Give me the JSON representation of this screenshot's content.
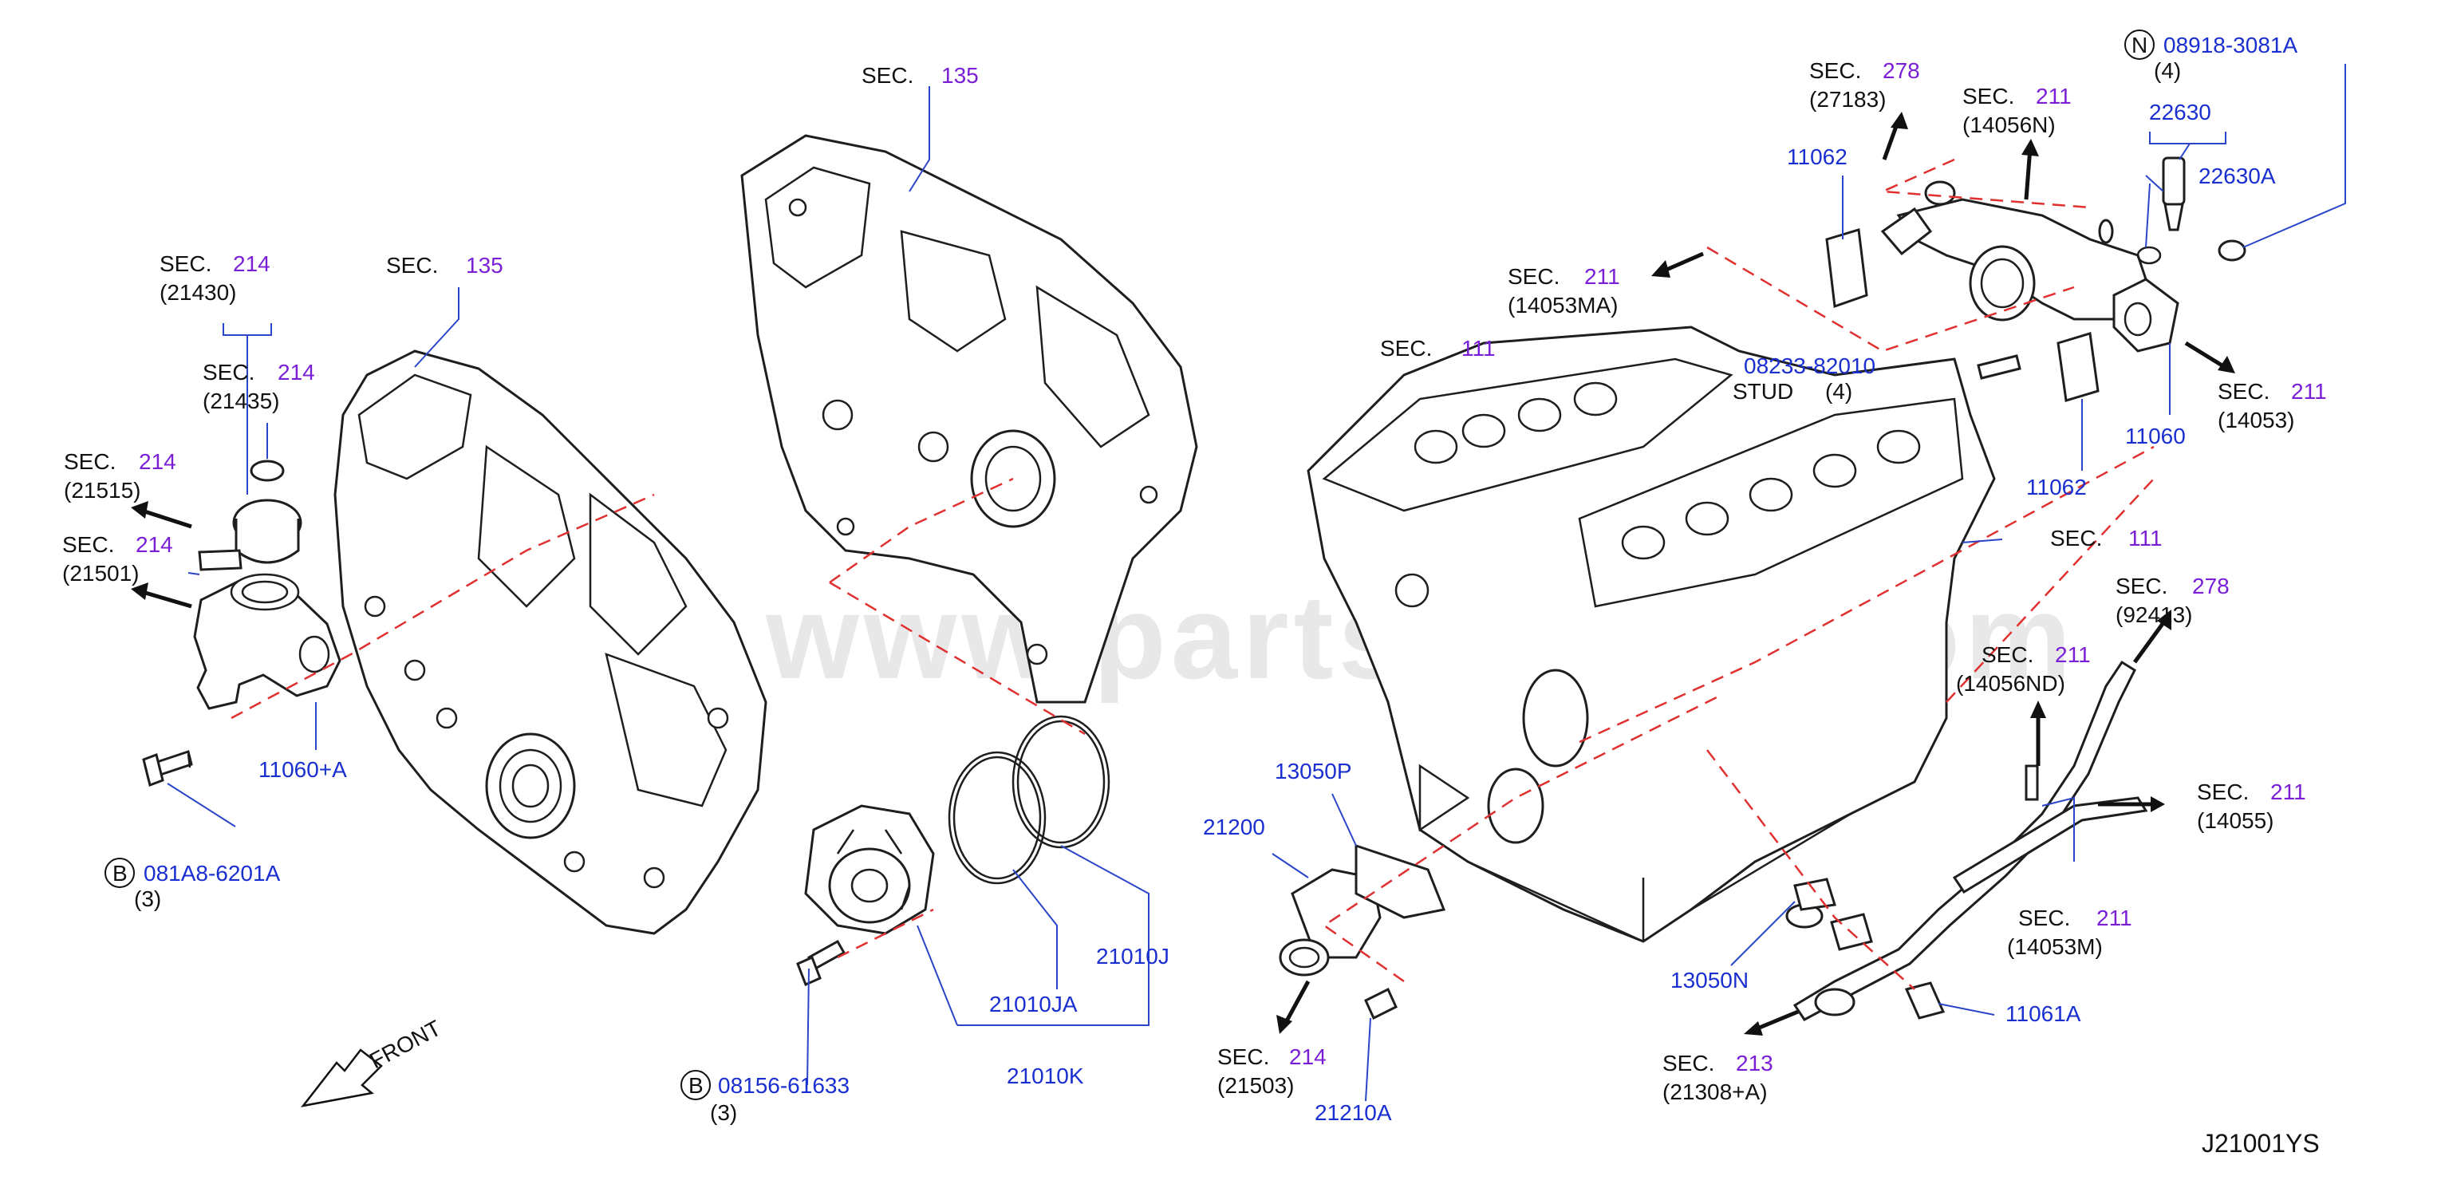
{
  "diagram_code": "J21001YS",
  "watermark": "www.partsassist.com",
  "front_label": "FRONT",
  "colors": {
    "part_number": "#1a2fd0",
    "section_ref": "#7a1fd6",
    "leader": "#2a45c8",
    "assembly_line": "#e03030",
    "drawing": "#1e1e1e"
  },
  "section_refs": [
    {
      "sec": "SEC.",
      "num": "135",
      "part": ""
    },
    {
      "sec": "SEC.",
      "num": "135",
      "part": ""
    },
    {
      "sec": "SEC.",
      "num": "214",
      "part": "(21430)"
    },
    {
      "sec": "SEC.",
      "num": "214",
      "part": "(21435)"
    },
    {
      "sec": "SEC.",
      "num": "214",
      "part": "(21515)"
    },
    {
      "sec": "SEC.",
      "num": "214",
      "part": "(21501)"
    },
    {
      "sec": "SEC.",
      "num": "111",
      "part": ""
    },
    {
      "sec": "SEC.",
      "num": "111",
      "part": ""
    },
    {
      "sec": "SEC.",
      "num": "211",
      "part": "(14053MA)"
    },
    {
      "sec": "SEC.",
      "num": "278",
      "part": "(27183)"
    },
    {
      "sec": "SEC.",
      "num": "211",
      "part": "(14056N)"
    },
    {
      "sec": "SEC.",
      "num": "211",
      "part": "(14053)"
    },
    {
      "sec": "SEC.",
      "num": "278",
      "part": "(92413)"
    },
    {
      "sec": "SEC.",
      "num": "211",
      "part": "(14056ND)"
    },
    {
      "sec": "SEC.",
      "num": "211",
      "part": "(14055)"
    },
    {
      "sec": "SEC.",
      "num": "211",
      "part": "(14053M)"
    },
    {
      "sec": "SEC.",
      "num": "214",
      "part": "(21503)"
    },
    {
      "sec": "SEC.",
      "num": "213",
      "part": "(21308+A)"
    }
  ],
  "part_labels": {
    "p11060a": "11060+A",
    "p081a8": "081A8-6201A",
    "p081a8_qty": "(3)",
    "p08156": "08156-61633",
    "p08156_qty": "(3)",
    "p21010j": "21010J",
    "p21010ja": "21010JA",
    "p21010k": "21010K",
    "p13050p": "13050P",
    "p21200": "21200",
    "p21210a": "21210A",
    "p13050n": "13050N",
    "p11061a": "11061A",
    "p11062_top": "11062",
    "p11062_mid": "11062",
    "p11060": "11060",
    "p08233": "08233-82010",
    "stud": "STUD",
    "p08233_qty": "(4)",
    "p22630": "22630",
    "p22630a": "22630A",
    "p08918": "08918-3081A",
    "p08918_qty": "(4)"
  },
  "callout_markers": {
    "b1": "B",
    "b2": "B",
    "n1": "N"
  }
}
